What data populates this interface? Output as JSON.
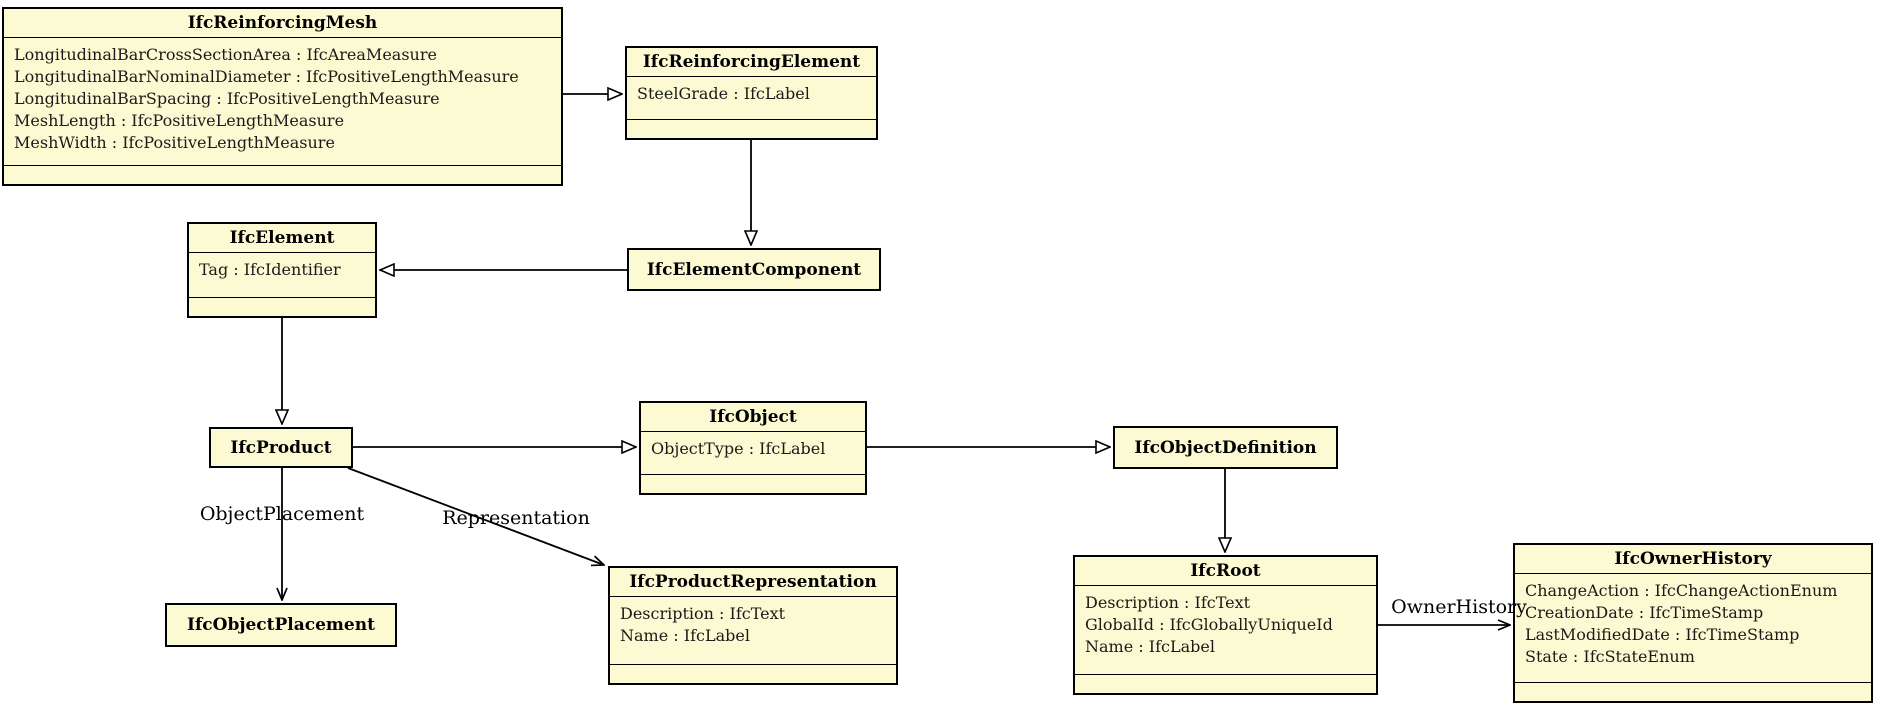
{
  "diagram": {
    "kind": "uml-class-diagram",
    "background": "#ffffff",
    "box_fill": "#fbfad2",
    "box_border": "#000000",
    "line_color": "#000000"
  },
  "classes": [
    {
      "name": "IfcReinforcingMesh",
      "attributes": [
        "LongitudinalBarCrossSectionArea : IfcAreaMeasure",
        "LongitudinalBarNominalDiameter : IfcPositiveLengthMeasure",
        "LongitudinalBarSpacing : IfcPositiveLengthMeasure",
        "MeshLength : IfcPositiveLengthMeasure",
        "MeshWidth : IfcPositiveLengthMeasure"
      ]
    },
    {
      "name": "IfcReinforcingElement",
      "attributes": [
        "SteelGrade : IfcLabel"
      ]
    },
    {
      "name": "IfcElement",
      "attributes": [
        "Tag : IfcIdentifier"
      ]
    },
    {
      "name": "IfcElementComponent",
      "attributes": []
    },
    {
      "name": "IfcProduct",
      "attributes": []
    },
    {
      "name": "IfcObject",
      "attributes": [
        "ObjectType : IfcLabel"
      ]
    },
    {
      "name": "IfcObjectDefinition",
      "attributes": []
    },
    {
      "name": "IfcObjectPlacement",
      "attributes": []
    },
    {
      "name": "IfcProductRepresentation",
      "attributes": [
        "Description : IfcText",
        "Name : IfcLabel"
      ]
    },
    {
      "name": "IfcRoot",
      "attributes": [
        "Description : IfcText",
        "GlobalId : IfcGloballyUniqueId",
        "Name : IfcLabel"
      ]
    },
    {
      "name": "IfcOwnerHistory",
      "attributes": [
        "ChangeAction : IfcChangeActionEnum",
        "CreationDate : IfcTimeStamp",
        "LastModifiedDate : IfcTimeStamp",
        "State : IfcStateEnum"
      ]
    }
  ],
  "edge_labels": {
    "object_placement": "ObjectPlacement",
    "representation": "Representation",
    "owner_history": "OwnerHistory"
  },
  "relationships": [
    {
      "from": "IfcReinforcingMesh",
      "to": "IfcReinforcingElement",
      "type": "generalization"
    },
    {
      "from": "IfcReinforcingElement",
      "to": "IfcElementComponent",
      "type": "generalization"
    },
    {
      "from": "IfcElementComponent",
      "to": "IfcElement",
      "type": "generalization"
    },
    {
      "from": "IfcElement",
      "to": "IfcProduct",
      "type": "generalization"
    },
    {
      "from": "IfcProduct",
      "to": "IfcObject",
      "type": "generalization"
    },
    {
      "from": "IfcObject",
      "to": "IfcObjectDefinition",
      "type": "generalization"
    },
    {
      "from": "IfcObjectDefinition",
      "to": "IfcRoot",
      "type": "generalization"
    },
    {
      "from": "IfcProduct",
      "to": "IfcObjectPlacement",
      "type": "association",
      "label": "ObjectPlacement"
    },
    {
      "from": "IfcProduct",
      "to": "IfcProductRepresentation",
      "type": "association",
      "label": "Representation"
    },
    {
      "from": "IfcRoot",
      "to": "IfcOwnerHistory",
      "type": "association",
      "label": "OwnerHistory"
    }
  ]
}
